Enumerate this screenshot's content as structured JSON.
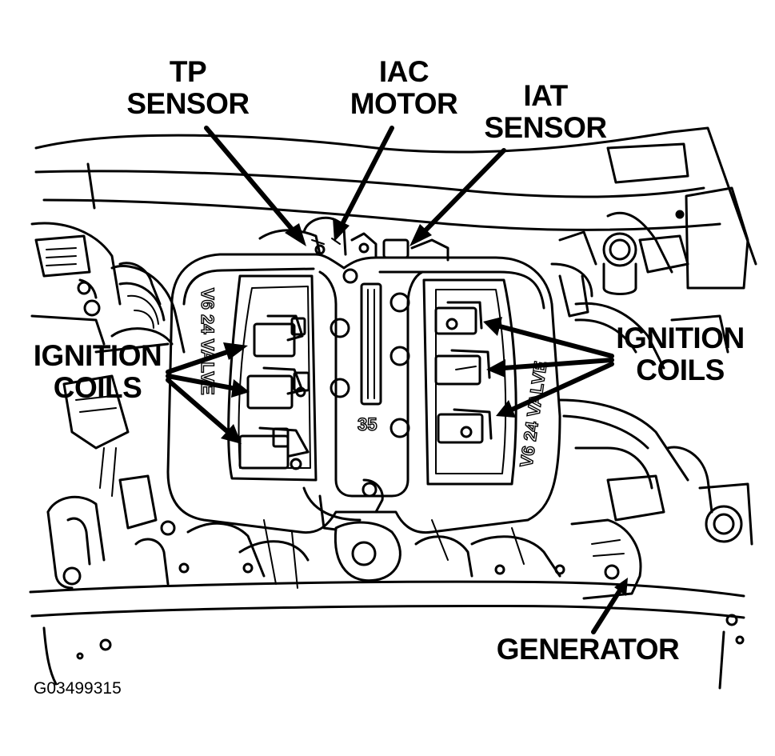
{
  "labels": {
    "tp_sensor": [
      "TP",
      "SENSOR"
    ],
    "iac_motor": [
      "IAC",
      "MOTOR"
    ],
    "iat_sensor": [
      "IAT",
      "SENSOR"
    ],
    "ignition_coils_left": [
      "IGNITION",
      "COILS"
    ],
    "ignition_coils_right": [
      "IGNITION",
      "COILS"
    ],
    "generator": "GENERATOR"
  },
  "engraving": {
    "left_bank": "V6 24 VALVE",
    "right_bank": "V6 24 VALVE",
    "center_mark": "35"
  },
  "figure_code": "G03499315",
  "colors": {
    "ink": "#000000",
    "paper": "#ffffff"
  }
}
